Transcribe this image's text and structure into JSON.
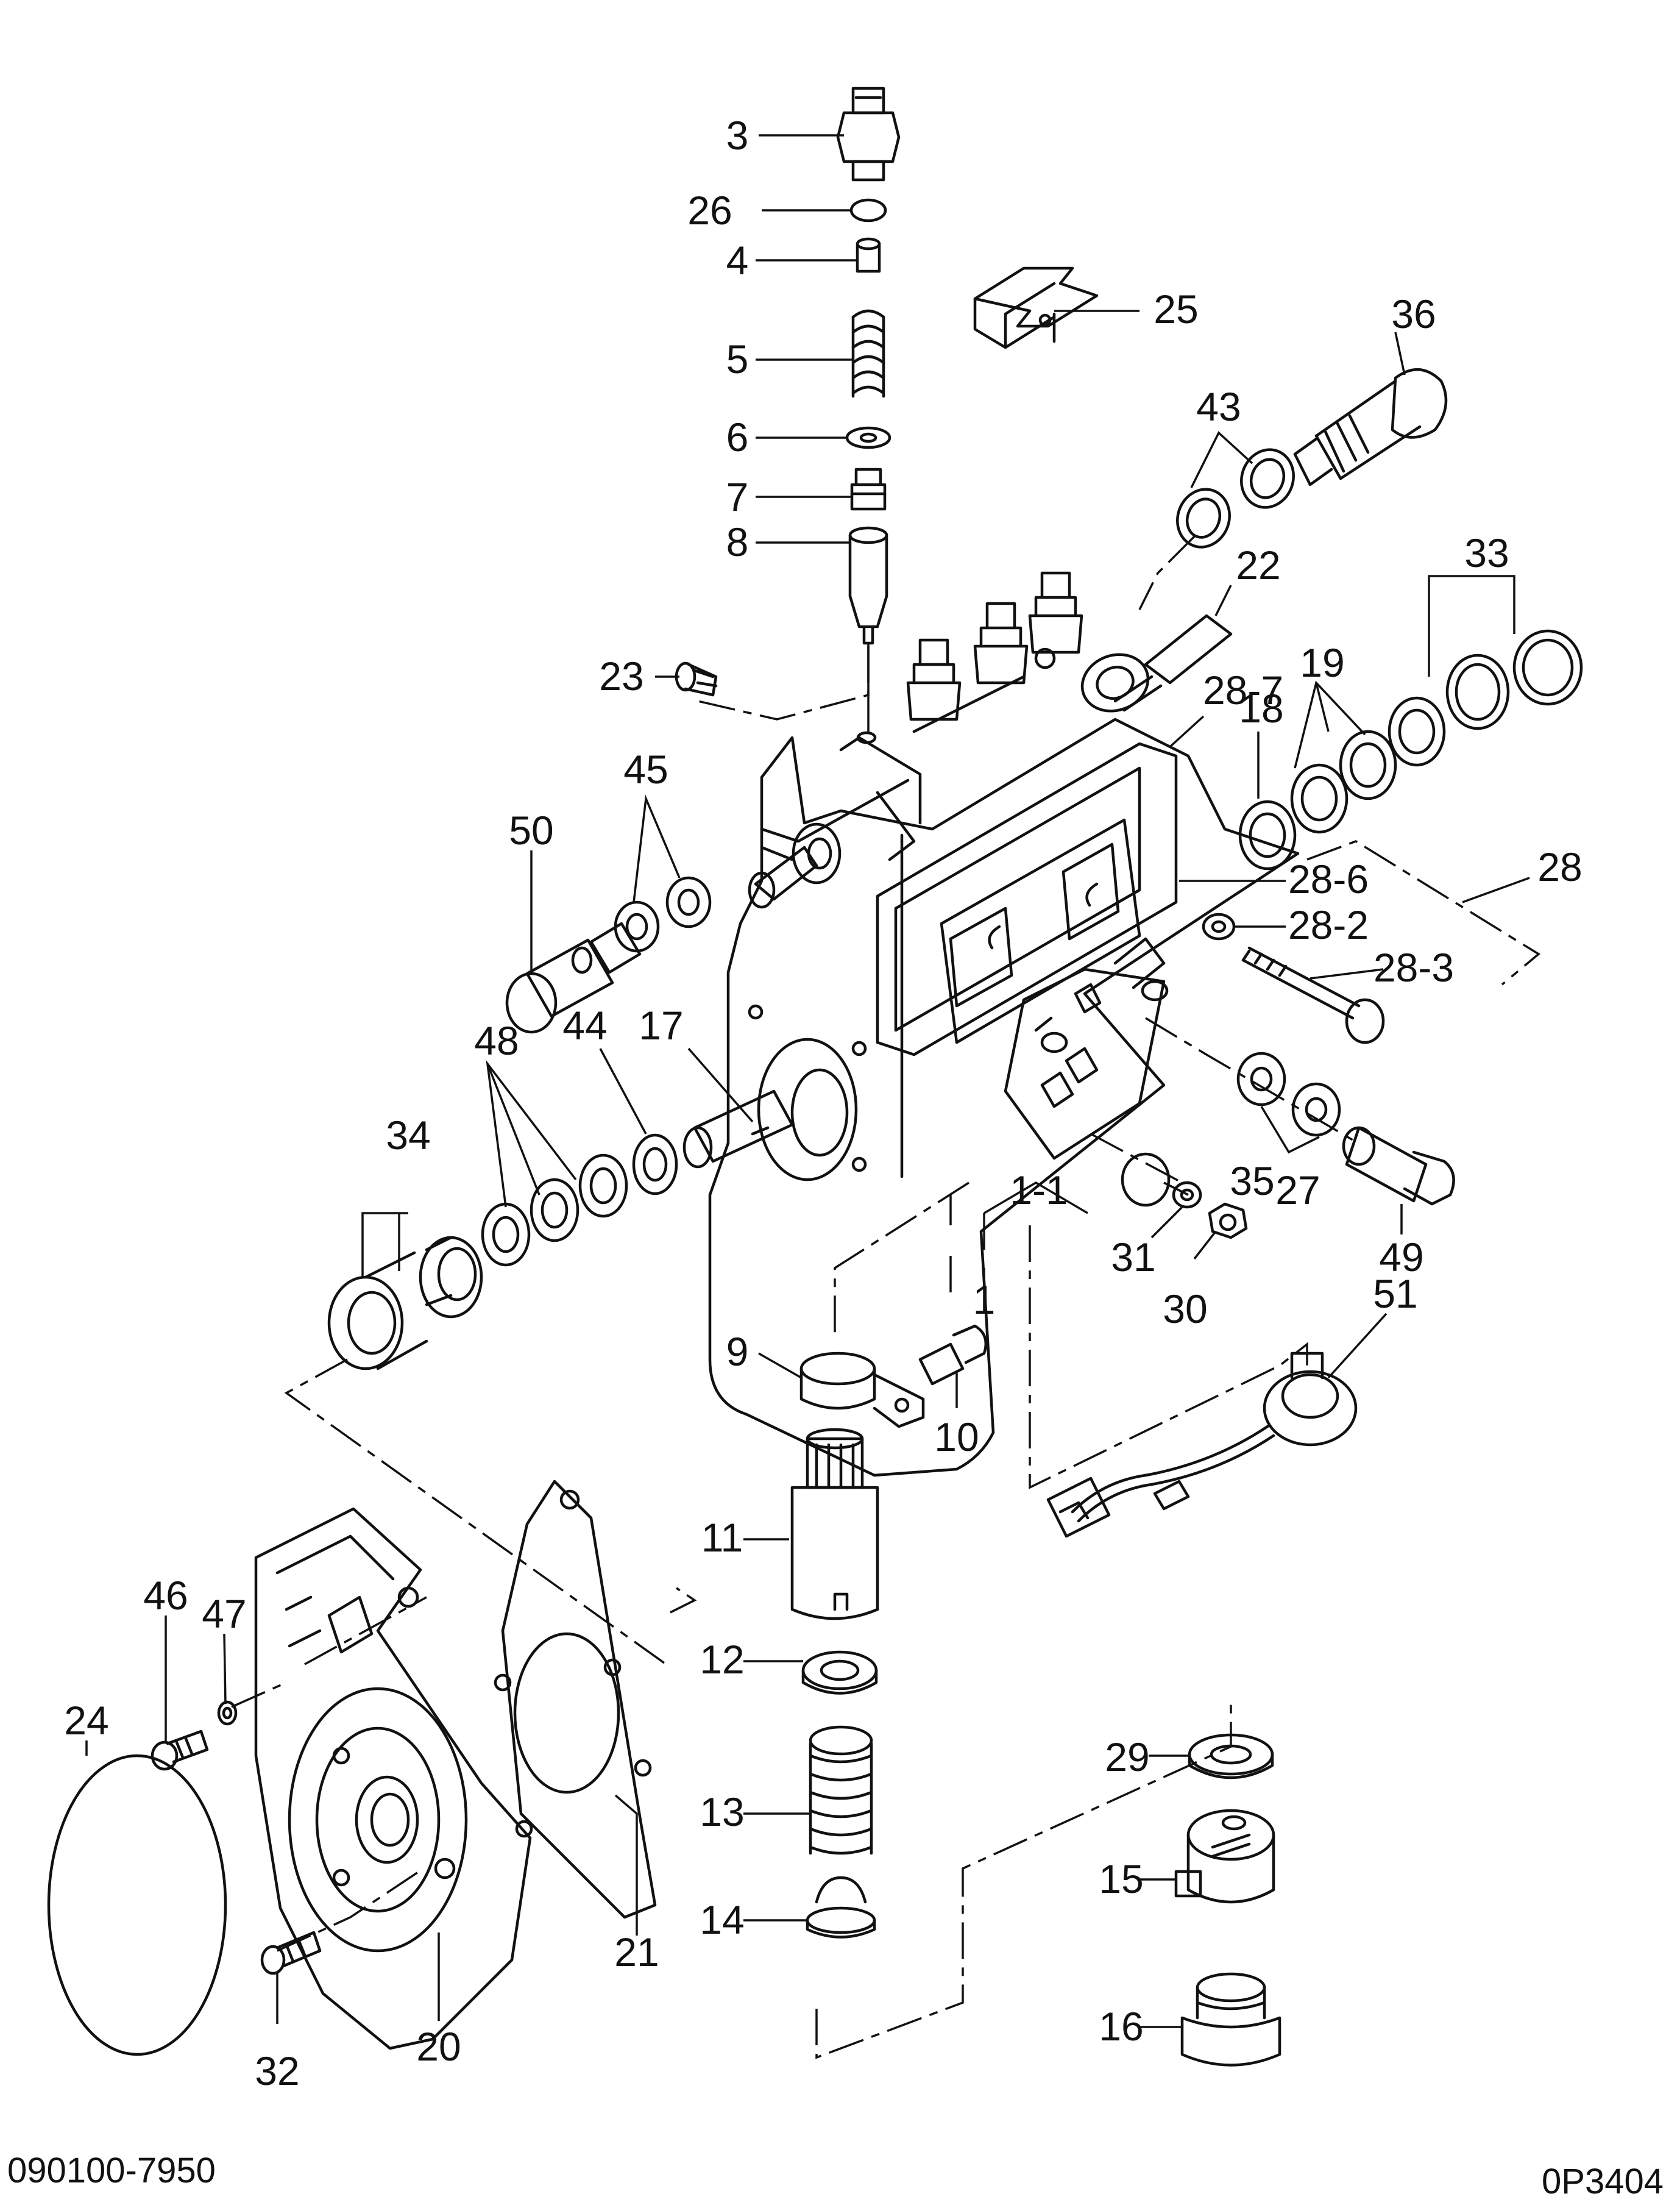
{
  "diagram": {
    "drawing_number": "090100-7950",
    "sheet_code": "0P3404",
    "callouts": [
      "3",
      "26",
      "4",
      "5",
      "6",
      "7",
      "8",
      "25",
      "36",
      "43",
      "22",
      "33",
      "23",
      "28-7",
      "19",
      "45",
      "18",
      "50",
      "28-6",
      "28",
      "28-2",
      "28-3",
      "44",
      "17",
      "48",
      "34",
      "35",
      "27",
      "49",
      "1-1",
      "31",
      "30",
      "1",
      "51",
      "9",
      "10",
      "11",
      "12",
      "46",
      "47",
      "24",
      "29",
      "13",
      "15",
      "14",
      "16",
      "21",
      "20",
      "32"
    ]
  }
}
